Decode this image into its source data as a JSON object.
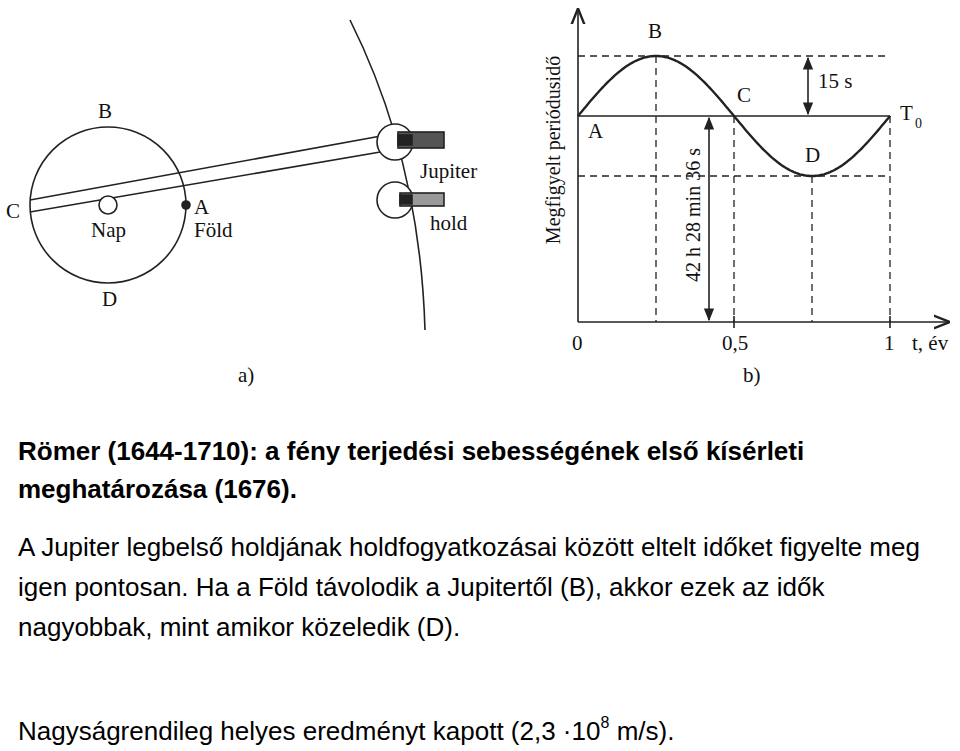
{
  "diagram": {
    "title": "Römer (1644-1710): a fény terjedési sebességének első kísérleti meghatározása (1676).",
    "labels": [
      "B",
      "C",
      "Nap",
      "A",
      "Föld",
      "D",
      "Jupiter",
      "hold",
      "a)",
      "Megfigyelt periódusidő",
      "B",
      "A",
      "C",
      "15 s",
      "T",
      "0",
      "D",
      "42 h 28 min 36 s",
      "0",
      "0,5",
      "1",
      "t, év",
      "b)",
      "A Jupiter legbelső holdjának holdfogyatkozásai között eltelt időket figyelte meg igen pontosan. Ha a Föld távolodik a Jupitertől (B), akkor ezek az idők nagyobbak, mint amikor közeledik (D).",
      "Nagyságrendileg helyes eredményt kapott (2,3 ·10",
      "8",
      "m/s)."
    ]
  }
}
